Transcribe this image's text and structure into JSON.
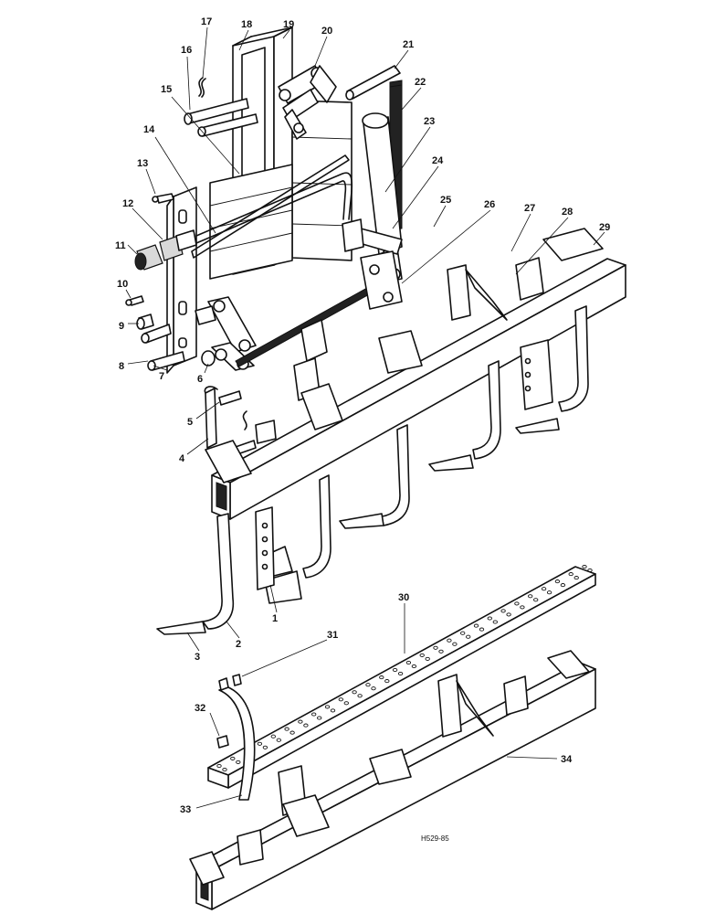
{
  "callouts": [
    {
      "id": "1",
      "text": "1"
    },
    {
      "id": "2",
      "text": "2"
    },
    {
      "id": "3",
      "text": "3"
    },
    {
      "id": "4",
      "text": "4"
    },
    {
      "id": "5",
      "text": "5"
    },
    {
      "id": "6",
      "text": "6"
    },
    {
      "id": "7",
      "text": "7"
    },
    {
      "id": "8",
      "text": "8"
    },
    {
      "id": "9",
      "text": "9"
    },
    {
      "id": "10",
      "text": "10"
    },
    {
      "id": "11",
      "text": "11"
    },
    {
      "id": "12",
      "text": "12"
    },
    {
      "id": "13",
      "text": "13"
    },
    {
      "id": "14",
      "text": "14"
    },
    {
      "id": "15",
      "text": "15"
    },
    {
      "id": "16",
      "text": "16"
    },
    {
      "id": "17",
      "text": "17"
    },
    {
      "id": "18",
      "text": "18"
    },
    {
      "id": "19",
      "text": "19"
    },
    {
      "id": "20",
      "text": "20"
    },
    {
      "id": "21",
      "text": "21"
    },
    {
      "id": "22",
      "text": "22"
    },
    {
      "id": "23",
      "text": "23"
    },
    {
      "id": "24",
      "text": "24"
    },
    {
      "id": "25",
      "text": "25"
    },
    {
      "id": "26",
      "text": "26"
    },
    {
      "id": "27",
      "text": "27"
    },
    {
      "id": "28",
      "text": "28"
    },
    {
      "id": "29",
      "text": "29"
    },
    {
      "id": "30",
      "text": "30"
    },
    {
      "id": "31",
      "text": "31"
    },
    {
      "id": "32",
      "text": "32"
    },
    {
      "id": "33",
      "text": "33"
    },
    {
      "id": "34",
      "text": "34"
    }
  ],
  "drawing_ref": "H529-85"
}
